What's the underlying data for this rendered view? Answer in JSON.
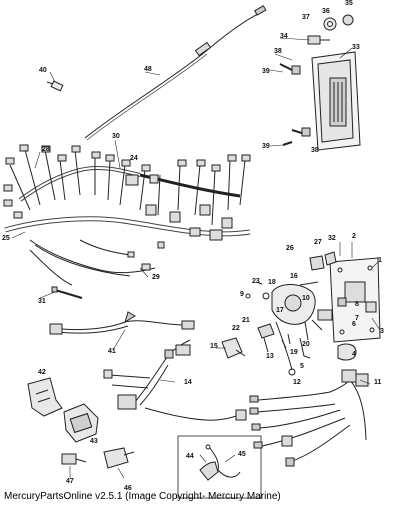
{
  "caption": "MercuryPartsOnline v2.5.1 (Image Copyright- Mercury Marine)",
  "callouts": [
    "1",
    "2",
    "3",
    "4",
    "5",
    "6",
    "7",
    "8",
    "9",
    "10",
    "11",
    "12",
    "13",
    "14",
    "15",
    "16",
    "17",
    "18",
    "19",
    "20",
    "21",
    "22",
    "23",
    "24",
    "25",
    "26",
    "27",
    "28",
    "29",
    "30",
    "31",
    "32",
    "33",
    "34",
    "35",
    "36",
    "37",
    "38",
    "38",
    "39",
    "39",
    "40",
    "41",
    "42",
    "43",
    "44",
    "45",
    "46",
    "47",
    "48"
  ]
}
